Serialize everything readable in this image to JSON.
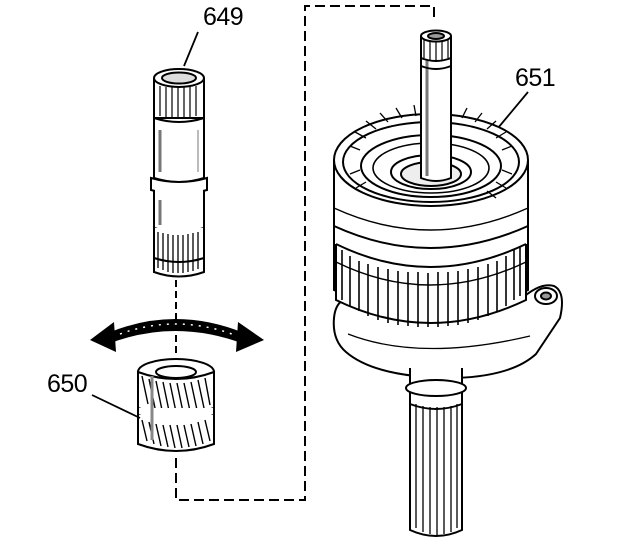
{
  "callouts": {
    "shaft": "649",
    "gear": "650",
    "housing": "651"
  },
  "colors": {
    "ink": "#000000",
    "paper": "#ffffff",
    "shade": "#9a9a9a"
  }
}
